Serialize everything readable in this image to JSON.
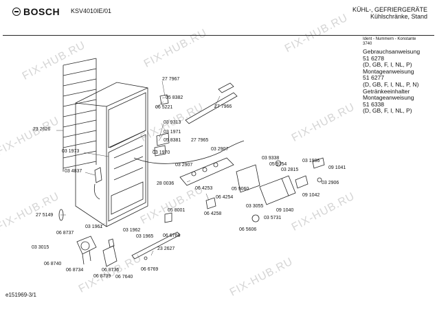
{
  "header": {
    "brand": "BOSCH",
    "model": "KSV4010IE/01",
    "category_line1": "KÜHL-, GEFRIERGERÄTE",
    "category_line2": "Kühlschränke, Stand"
  },
  "side_panel": {
    "ident_label": "Ident - Nummern - Konstante",
    "ident_value": "3740",
    "lines": [
      "Gebrauchsanweisung",
      "51 6278",
      "(D, GB, F, I, NL, P)",
      "Montageanweisung",
      "51 6277",
      "(D, GB, F, I, NL, P, N)",
      "Getränkeeinhalter",
      "Montageanweisung",
      "51 6338",
      "(D, GB, F, I, NL, P)"
    ]
  },
  "footer": {
    "doc_id": "e151969-3/1"
  },
  "watermark": "FIX-HUB.RU",
  "part_labels": [
    "27 7967",
    "05 8382",
    "06 5221",
    "27 7966",
    "03 9313",
    "03 1971",
    "05 8381",
    "27 7965",
    "03 1970",
    "03 2907",
    "03 2907",
    "03 9338",
    "05 9754",
    "03 2815",
    "03 1986",
    "09 1041",
    "03 2906",
    "23 2626",
    "03 1973",
    "03 4837",
    "28 0036",
    "06 4253",
    "05 9060",
    "09 1042",
    "06 4254",
    "06 4258",
    "05 8001",
    "03 3055",
    "09 1040",
    "03 5731",
    "06 5606",
    "27 5149",
    "03 1961",
    "03 1962",
    "06 8737",
    "03 1965",
    "06 6768",
    "23 2627",
    "03 3015",
    "06 8740",
    "06 8734",
    "06 8739",
    "06 8736",
    "06 6769",
    "06 7640"
  ]
}
